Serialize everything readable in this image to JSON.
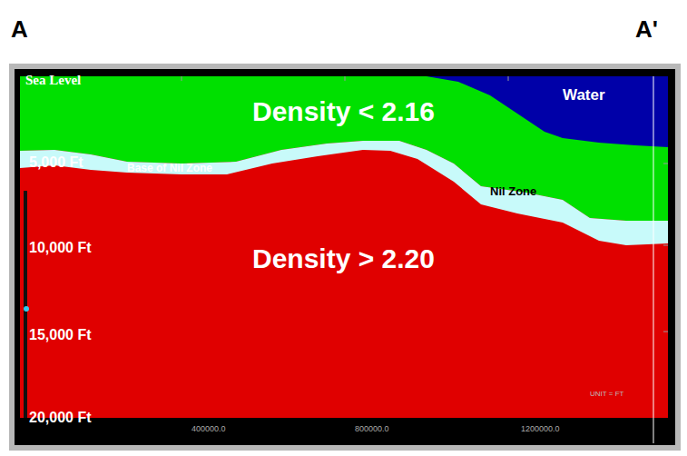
{
  "diagram": {
    "labels": [
      "A",
      "A'",
      "Sea Level",
      "Density < 2.16",
      "Water",
      "5,000 Ft",
      "Base of Nil Zone",
      "Nil Zone",
      "10,000 Ft",
      "Density > 2.20",
      "15,000 Ft",
      "20,000 Ft",
      "UNIT = FT",
      "400000.0",
      "800000.0",
      "1200000.0"
    ]
  }
}
